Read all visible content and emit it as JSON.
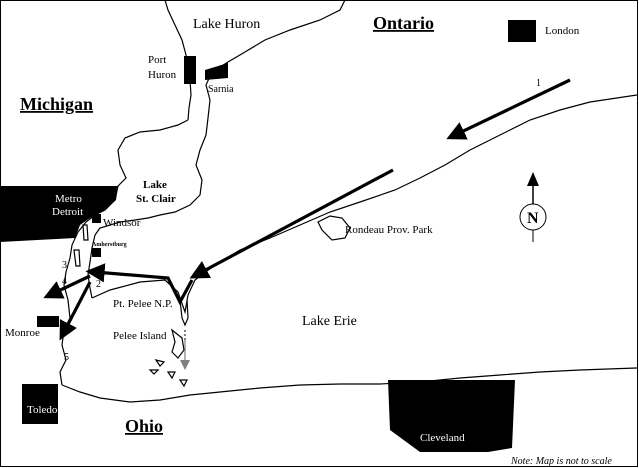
{
  "labels": {
    "lake_huron": "Lake Huron",
    "ontario": "Ontario",
    "london": "London",
    "port_huron_1": "Port",
    "port_huron_2": "Huron",
    "sarnia": "Sarnia",
    "michigan": "Michigan",
    "lake_st_clair_1": "Lake",
    "lake_st_clair_2": "St. Clair",
    "metro_detroit_1": "Metro",
    "metro_detroit_2": "Detroit",
    "windsor": "Windsor",
    "amherstburg": "Amherstburg",
    "rondeau": "Rondeau Prov. Park",
    "pt_pelee": "Pt. Pelee N.P.",
    "lake_erie": "Lake Erie",
    "pelee_island": "Pelee Island",
    "monroe": "Monroe",
    "toledo": "Toledo",
    "ohio": "Ohio",
    "cleveland": "Cleveland",
    "north": "N",
    "note": "Note: Map is not to scale"
  },
  "route_numbers": {
    "n1": "1",
    "n2": "2",
    "n3": "3",
    "n4": "4",
    "n5": "5"
  },
  "colors": {
    "land_block": "#000000",
    "background": "#ffffff",
    "gray_arrow": "#808080"
  }
}
